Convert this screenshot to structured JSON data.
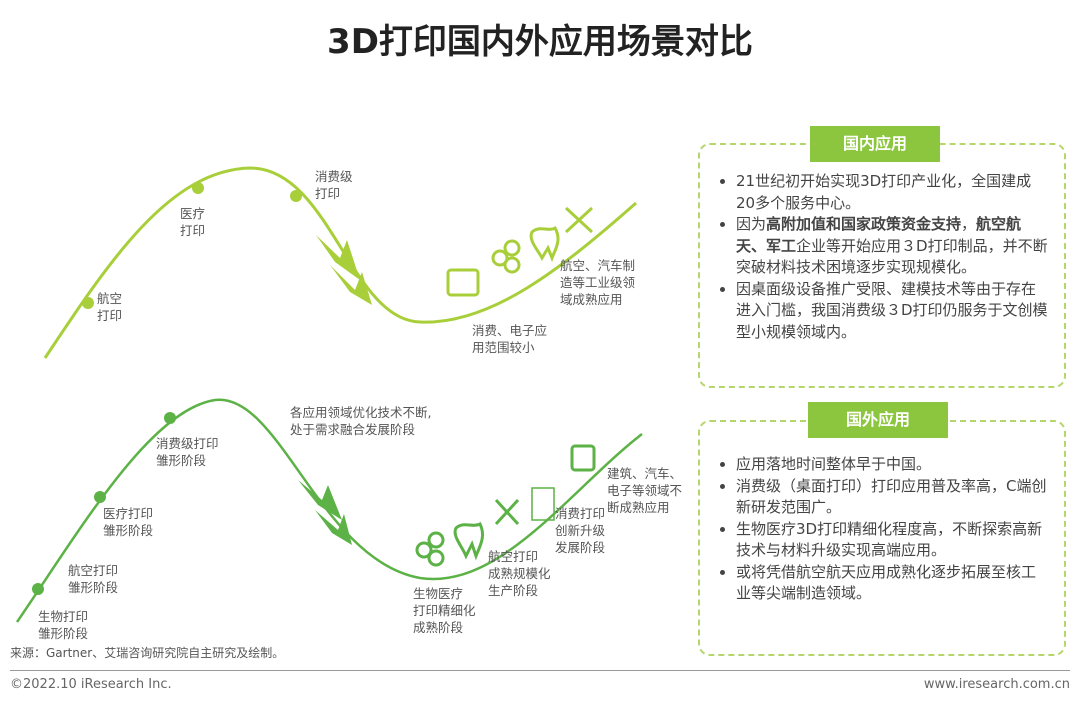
{
  "title": "3D打印国内外应用场景对比",
  "colors": {
    "domestic_curve": "#a8cf3a",
    "foreign_curve": "#5cb246",
    "header": "#8cc63f"
  },
  "domestic_curve": {
    "labels": [
      "航空\n打印",
      "医疗\n打印",
      "消费级\n打印",
      "消费、电子应\n用范围较小",
      "航空、汽车制\n造等工业级领\n域成熟应用"
    ],
    "icons": [
      "shoe-icon",
      "molecule-icon",
      "tooth-icon",
      "airplane-icon"
    ]
  },
  "foreign_curve": {
    "labels": [
      "生物打印\n雏形阶段",
      "航空打印\n雏形阶段",
      "医疗打印\n雏形阶段",
      "消费级打印\n雏形阶段",
      "各应用领域优化技术不断,\n处于需求融合发展阶段",
      "生物医疗\n打印精细化\n成熟阶段",
      "航空打印\n成熟规模化\n生产阶段",
      "消费打印\n创新升级\n发展阶段",
      "建筑、汽车、\n电子等领域不\n断成熟应用"
    ],
    "icons": [
      "molecule-icon",
      "tooth-icon",
      "airplane-icon",
      "3d-printer-icon",
      "bus-icon"
    ]
  },
  "domestic": {
    "header": "国内应用",
    "items": [
      [
        "21世纪初开始实现3D打印产业化，全国建成20多个服务中心。"
      ],
      [
        "因为",
        "高附加值和国家政策资金支持",
        "，",
        "航空航天、军工",
        "企业等开始应用３D打印制品，并不断突破材料技术困境逐步实现规模化。"
      ],
      [
        "因桌面级设备推广受限、建模技术等由于存在进入门槛，我国消费级３D打印仍服务于文创模型小规模领域内。"
      ]
    ]
  },
  "foreign": {
    "header": "国外应用",
    "items": [
      "应用落地时间整体早于中国。",
      "消费级（桌面打印）打印应用普及率高，C端创新研发范围广。",
      "生物医疗3D打印精细化程度高，不断探索高新技术与材料升级实现高端应用。",
      "或将凭借航空航天应用成熟化逐步拓展至核工业等尖端制造领域。"
    ]
  },
  "source": "来源：Gartner、艾瑞咨询研究院自主研究及绘制。",
  "footer": {
    "copyright": "©2022.10 iResearch Inc.",
    "url": "www.iresearch.com.cn"
  }
}
